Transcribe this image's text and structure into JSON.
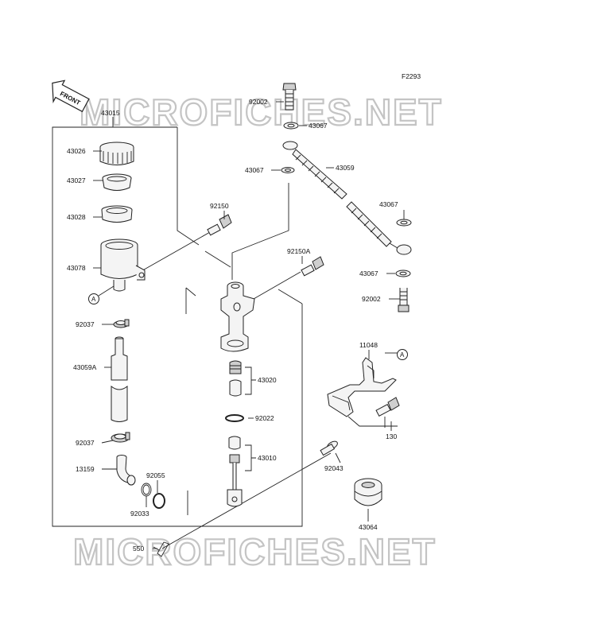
{
  "figure_code": "F2293",
  "front_label": "FRONT",
  "watermark": "MICROFICHES.NET",
  "reference_marker": "A",
  "parts": {
    "p43015": "43015",
    "p43026": "43026",
    "p43027": "43027",
    "p43028": "43028",
    "p43078": "43078",
    "p92037a": "92037",
    "p43059A": "43059A",
    "p92037b": "92037",
    "p13159": "13159",
    "p92055": "92055",
    "p92033": "92033",
    "p550": "550",
    "p92150": "92150",
    "p92150A": "92150A",
    "p43020": "43020",
    "p92022": "92022",
    "p43010": "43010",
    "p92043": "92043",
    "p92002a": "92002",
    "p43067a": "43067",
    "p43067b": "43067",
    "p43059": "43059",
    "p43067c": "43067",
    "p43067d": "43067",
    "p92002b": "92002",
    "p11048": "11048",
    "p130": "130",
    "p43064": "43064"
  }
}
